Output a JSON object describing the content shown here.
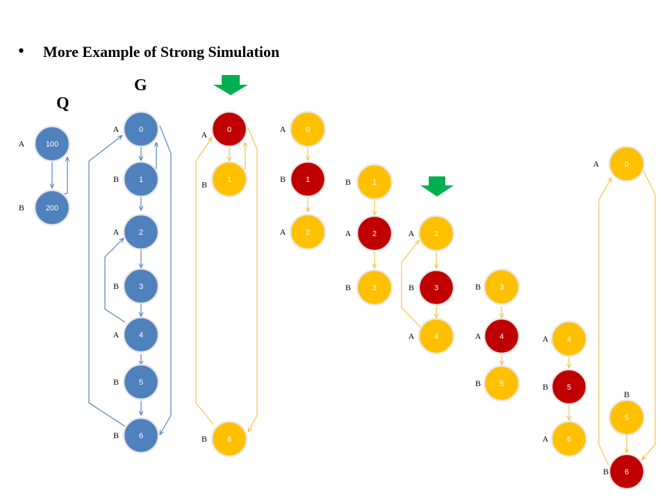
{
  "slide": {
    "bullet": "•",
    "title": "More Example of Strong Simulation",
    "q_heading": "Q",
    "g_heading": "G"
  },
  "colors": {
    "blue": "#4f81bd",
    "yellow": "#ffc000",
    "red": "#c00000",
    "green": "#00b050",
    "node_border": "#e8e8e8",
    "blue_edge": "#4f81bd",
    "yellow_edge": "#f5c242"
  },
  "graphs": [
    {
      "id": "q",
      "nodes": [
        {
          "id": "q100",
          "text": "100",
          "label": "A",
          "color": "blue"
        },
        {
          "id": "q200",
          "text": "200",
          "label": "B",
          "color": "blue"
        }
      ]
    },
    {
      "id": "g",
      "nodes": [
        {
          "id": "g0",
          "text": "0",
          "label": "A",
          "color": "blue"
        },
        {
          "id": "g1",
          "text": "1",
          "label": "B",
          "color": "blue"
        },
        {
          "id": "g2",
          "text": "2",
          "label": "A",
          "color": "blue"
        },
        {
          "id": "g3",
          "text": "3",
          "label": "B",
          "color": "blue"
        },
        {
          "id": "g4",
          "text": "4",
          "label": "A",
          "color": "blue"
        },
        {
          "id": "g5",
          "text": "5",
          "label": "B",
          "color": "blue"
        },
        {
          "id": "g6",
          "text": "6",
          "label": "B",
          "color": "blue"
        }
      ]
    },
    {
      "id": "c1",
      "nodes": [
        {
          "id": "c1n0",
          "text": "0",
          "label": "A",
          "color": "red"
        },
        {
          "id": "c1n1",
          "text": "1",
          "label": "B",
          "color": "yellow"
        },
        {
          "id": "c1n6",
          "text": "6",
          "label": "B",
          "color": "yellow"
        }
      ]
    },
    {
      "id": "c2",
      "nodes": [
        {
          "id": "c2n0",
          "text": "0",
          "label": "A",
          "color": "yellow"
        },
        {
          "id": "c2n1",
          "text": "1",
          "label": "B",
          "color": "red"
        },
        {
          "id": "c2n2",
          "text": "2",
          "label": "A",
          "color": "yellow"
        }
      ]
    },
    {
      "id": "c3",
      "nodes": [
        {
          "id": "c3n1",
          "text": "1",
          "label": "B",
          "color": "yellow"
        },
        {
          "id": "c3n2",
          "text": "2",
          "label": "A",
          "color": "red"
        },
        {
          "id": "c3n3",
          "text": "3",
          "label": "B",
          "color": "yellow"
        }
      ]
    },
    {
      "id": "c4",
      "nodes": [
        {
          "id": "c4n2",
          "text": "2",
          "label": "A",
          "color": "yellow"
        },
        {
          "id": "c4n3",
          "text": "3",
          "label": "B",
          "color": "red"
        },
        {
          "id": "c4n4",
          "text": "4",
          "label": "A",
          "color": "yellow"
        }
      ]
    },
    {
      "id": "c5",
      "nodes": [
        {
          "id": "c5n3",
          "text": "3",
          "label": "B",
          "color": "yellow"
        },
        {
          "id": "c5n4",
          "text": "4",
          "label": "A",
          "color": "red"
        },
        {
          "id": "c5n5",
          "text": "5",
          "label": "B",
          "color": "yellow"
        }
      ]
    },
    {
      "id": "c6",
      "nodes": [
        {
          "id": "c6n4",
          "text": "4",
          "label": "A",
          "color": "yellow"
        },
        {
          "id": "c6n5",
          "text": "5",
          "label": "B",
          "color": "red"
        },
        {
          "id": "c6n6",
          "text": "6",
          "label": "A",
          "color": "yellow"
        }
      ]
    },
    {
      "id": "c7",
      "nodes": [
        {
          "id": "c7n0",
          "text": "0",
          "label": "A",
          "color": "yellow"
        },
        {
          "id": "c7n5",
          "text": "5",
          "label": "B",
          "color": "yellow"
        },
        {
          "id": "c7n6",
          "text": "6",
          "label": "B",
          "color": "red"
        }
      ]
    }
  ]
}
